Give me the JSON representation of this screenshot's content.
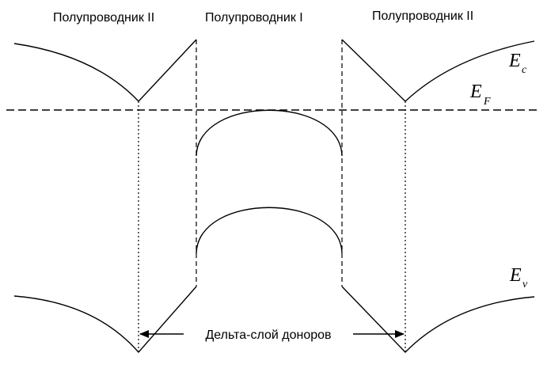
{
  "labels": {
    "semiconductor_left": "Полупроводник II",
    "semiconductor_middle": "Полупроводник I",
    "semiconductor_right": "Полупроводник  II",
    "conduction_band_symbol": "E",
    "conduction_band_subscript": "c",
    "fermi_level_symbol": "E",
    "fermi_level_subscript": "F",
    "valence_band_symbol": "E",
    "valence_band_subscript": "v",
    "delta_layer": "Дельта-слой доноров"
  }
}
